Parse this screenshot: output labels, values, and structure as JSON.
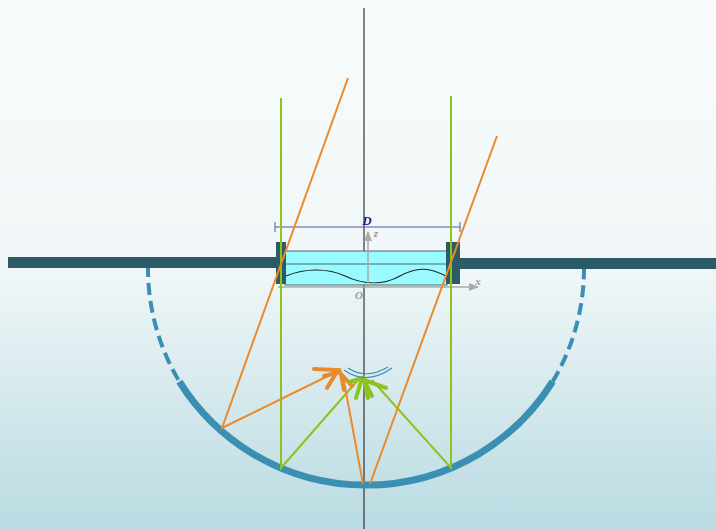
{
  "diagram": {
    "labels": [
      "D",
      "z",
      "x",
      "O"
    ]
  }
}
